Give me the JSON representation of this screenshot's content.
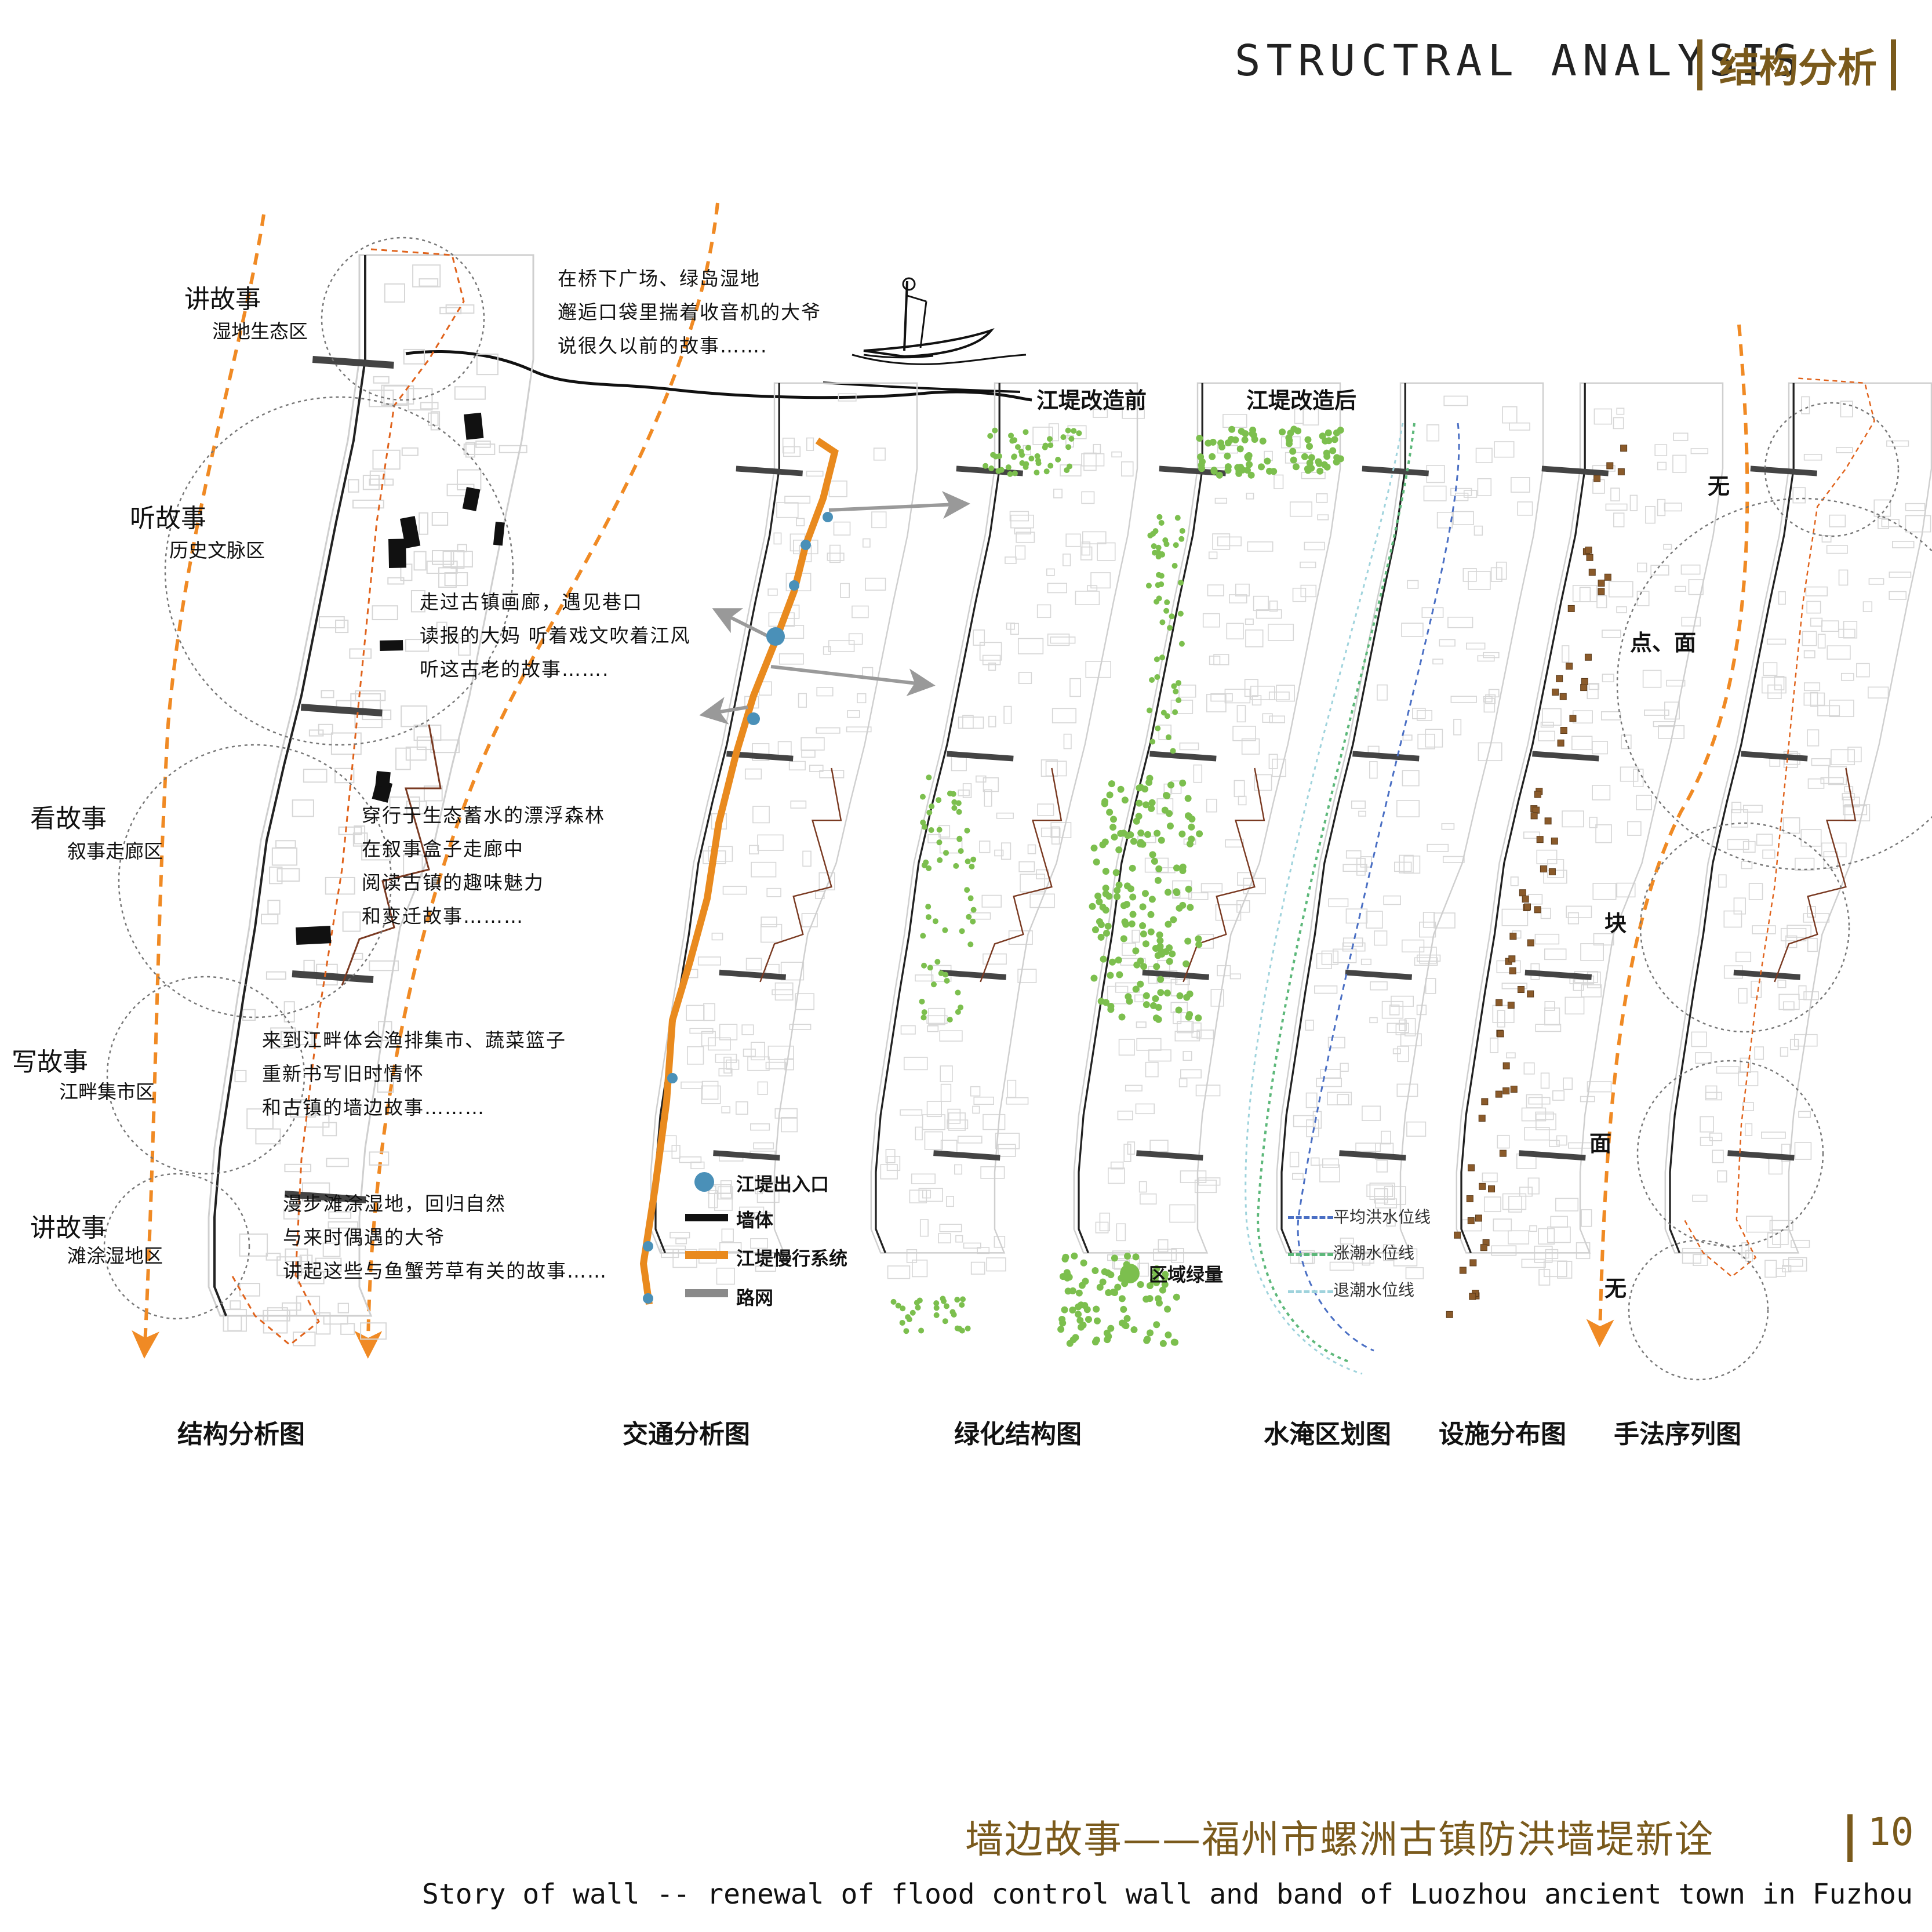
{
  "header": {
    "en": "STRUCTRAL ANALYSIS",
    "cn": "结构分析"
  },
  "structure_diagram": {
    "zones": [
      {
        "title": "讲故事",
        "subtitle": "湿地生态区"
      },
      {
        "title": "听故事",
        "subtitle": "历史文脉区"
      },
      {
        "title": "看故事",
        "subtitle": "叙事走廊区"
      },
      {
        "title": "写故事",
        "subtitle": "江畔集市区"
      },
      {
        "title": "讲故事",
        "subtitle": "滩涂湿地区"
      }
    ],
    "stories": [
      [
        "在桥下广场、绿岛湿地",
        "邂逅口袋里揣着收音机的大爷",
        "说很久以前的故事……."
      ],
      [
        "走过古镇画廊，遇见巷口",
        "读报的大妈 听着戏文吹着江风",
        "听这古老的故事……."
      ],
      [
        "穿行于生态蓄水的漂浮森林",
        "在叙事盒子走廊中",
        "阅读古镇的趣味魅力",
        "和变迁故事………"
      ],
      [
        "来到江畔体会渔排集市、蔬菜篮子",
        "重新书写旧时情怀",
        "和古镇的墙边故事………"
      ],
      [
        "漫步滩涂湿地，回归自然",
        "与来时偶遇的大爷",
        "讲起这些与鱼蟹芳草有关的故事……"
      ]
    ]
  },
  "bank_labels": {
    "before": "江堤改造前",
    "after": "江堤改造后"
  },
  "traffic_legend": [
    {
      "label": "江堤出入口",
      "color": "#4a90b8"
    },
    {
      "label": "墙体",
      "color": "#111111"
    },
    {
      "label": "江堤慢行系统",
      "color": "#e98a1e"
    },
    {
      "label": "路网",
      "color": "#8a8a8a"
    }
  ],
  "green_legend": {
    "label": "区域绿量",
    "color": "#7cbf4e"
  },
  "flood_legend": [
    {
      "label": "平均洪水位线",
      "color": "#4a6fc4"
    },
    {
      "label": "涨潮水位线",
      "color": "#5db87a"
    },
    {
      "label": "退潮水位线",
      "color": "#9fd3dc"
    }
  ],
  "sequence_labels": [
    "无",
    "点、面",
    "块",
    "面",
    "无"
  ],
  "captions": [
    "结构分析图",
    "交通分析图",
    "绿化结构图",
    "水淹区划图",
    "设施分布图",
    "手法序列图"
  ],
  "footer": {
    "cn": "墙边故事——福州市螺洲古镇防洪墙堤新诠",
    "page": "10",
    "en": "Story of wall -- renewal of flood control wall and band of Luozhou ancient town in Fuzhou"
  },
  "colors": {
    "brand": "#7a5a1c",
    "orange": "#e98a1e",
    "dash_orange": "#f08a24"
  }
}
